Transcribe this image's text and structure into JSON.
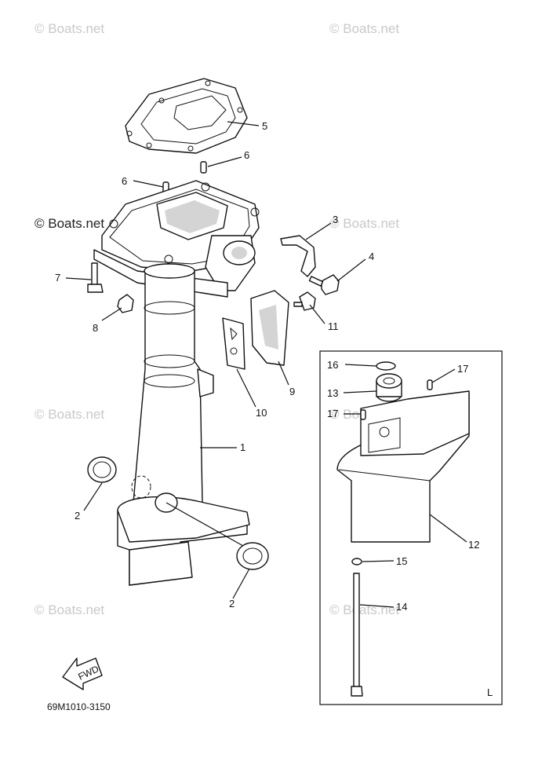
{
  "watermarks": [
    "© Boats.net",
    "© Boats.net",
    "© Boats.net",
    "© Boats.net",
    "© Boats.net",
    "© Boats.net",
    "© Boats.net",
    "© Boats.net"
  ],
  "callouts": {
    "c1": "1",
    "c2a": "2",
    "c2b": "2",
    "c3": "3",
    "c4": "4",
    "c5": "5",
    "c6a": "6",
    "c6b": "6",
    "c7": "7",
    "c8": "8",
    "c9": "9",
    "c10": "10",
    "c11": "11",
    "c12": "12",
    "c13": "13",
    "c14": "14",
    "c15": "15",
    "c16": "16",
    "c17a": "17",
    "c17b": "17"
  },
  "inset_label": "L",
  "fwd_label": "FWD",
  "part_code": "69M1010-3150"
}
